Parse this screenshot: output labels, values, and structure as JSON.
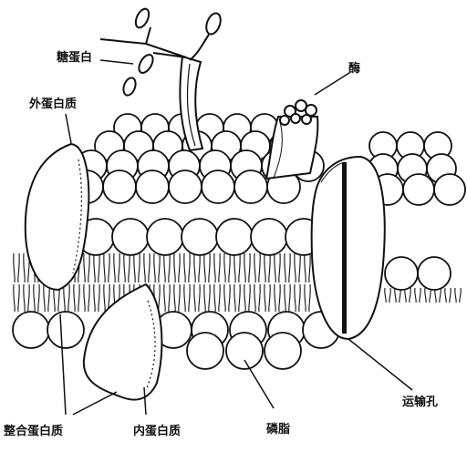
{
  "diagram": {
    "labels": {
      "glycoprotein": "糖蛋白",
      "enzyme": "酶",
      "peripheral_protein": "外蛋白质",
      "integral_protein": "整合蛋白质",
      "inner_protein": "内蛋白质",
      "phospholipid": "磷脂",
      "transport_pore": "运输孔"
    }
  }
}
